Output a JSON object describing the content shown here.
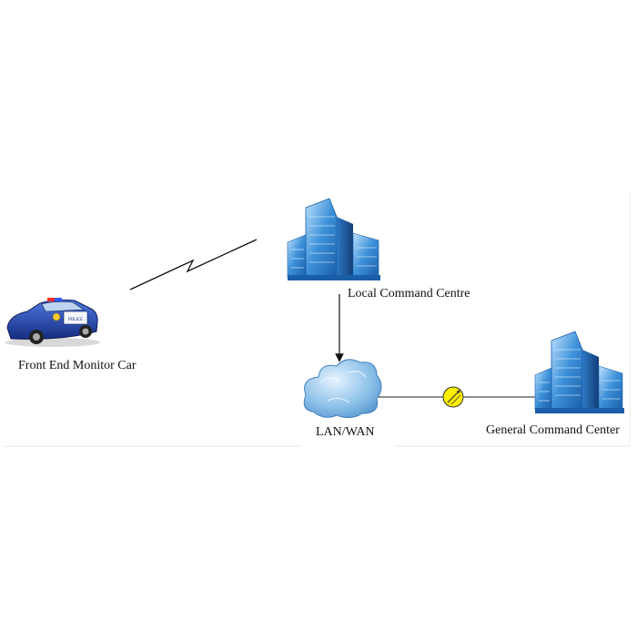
{
  "diagram": {
    "nodes": {
      "car": {
        "label": "Front End Monitor Car",
        "icon": "police-car-icon"
      },
      "local_command": {
        "label": "Local Command Centre",
        "icon": "office-building-icon"
      },
      "network": {
        "label": "LAN/WAN",
        "icon": "cloud-icon"
      },
      "general_command": {
        "label": "General Command Center",
        "icon": "office-building-icon"
      }
    },
    "links": [
      {
        "from": "car",
        "to": "local_command",
        "style": "wireless-lightning"
      },
      {
        "from": "local_command",
        "to": "network",
        "style": "arrow"
      },
      {
        "from": "network",
        "to": "general_command",
        "style": "line-with-connector"
      }
    ],
    "car_badge": "POLICE",
    "colors": {
      "building": "#3c90d8",
      "cloud": "#78b4e0",
      "car_body": "#1f3fa0",
      "connector": "#ffee00",
      "line": "#222222"
    }
  }
}
